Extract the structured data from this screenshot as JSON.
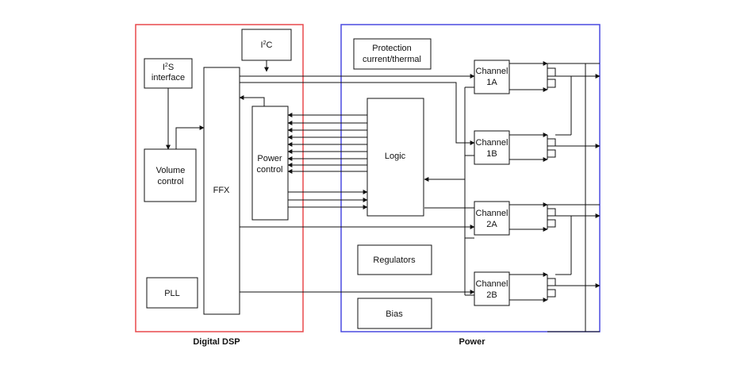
{
  "colors": {
    "dsp_border": "#e8484c",
    "power_border": "#4a4ae0",
    "line": "#111111",
    "box_fill": "#ffffff"
  },
  "groups": {
    "digital_dsp": "Digital DSP",
    "power": "Power"
  },
  "blocks": {
    "i2c_prefix": "I",
    "i2c_sup": "2",
    "i2c_suffix": "C",
    "i2s_prefix": "I",
    "i2s_sup": "2",
    "i2s_suffix": "S",
    "i2s_line2": "interface",
    "volume_line1": "Volume",
    "volume_line2": "control",
    "ffx": "FFX",
    "pll": "PLL",
    "power_control_line1": "Power",
    "power_control_line2": "control",
    "logic": "Logic",
    "protection_line1": "Protection",
    "protection_line2": "current/thermal",
    "regulators": "Regulators",
    "bias": "Bias"
  },
  "channels": [
    {
      "line1": "Channel",
      "line2": "1A"
    },
    {
      "line1": "Channel",
      "line2": "1B"
    },
    {
      "line1": "Channel",
      "line2": "2A"
    },
    {
      "line1": "Channel",
      "line2": "2B"
    }
  ]
}
